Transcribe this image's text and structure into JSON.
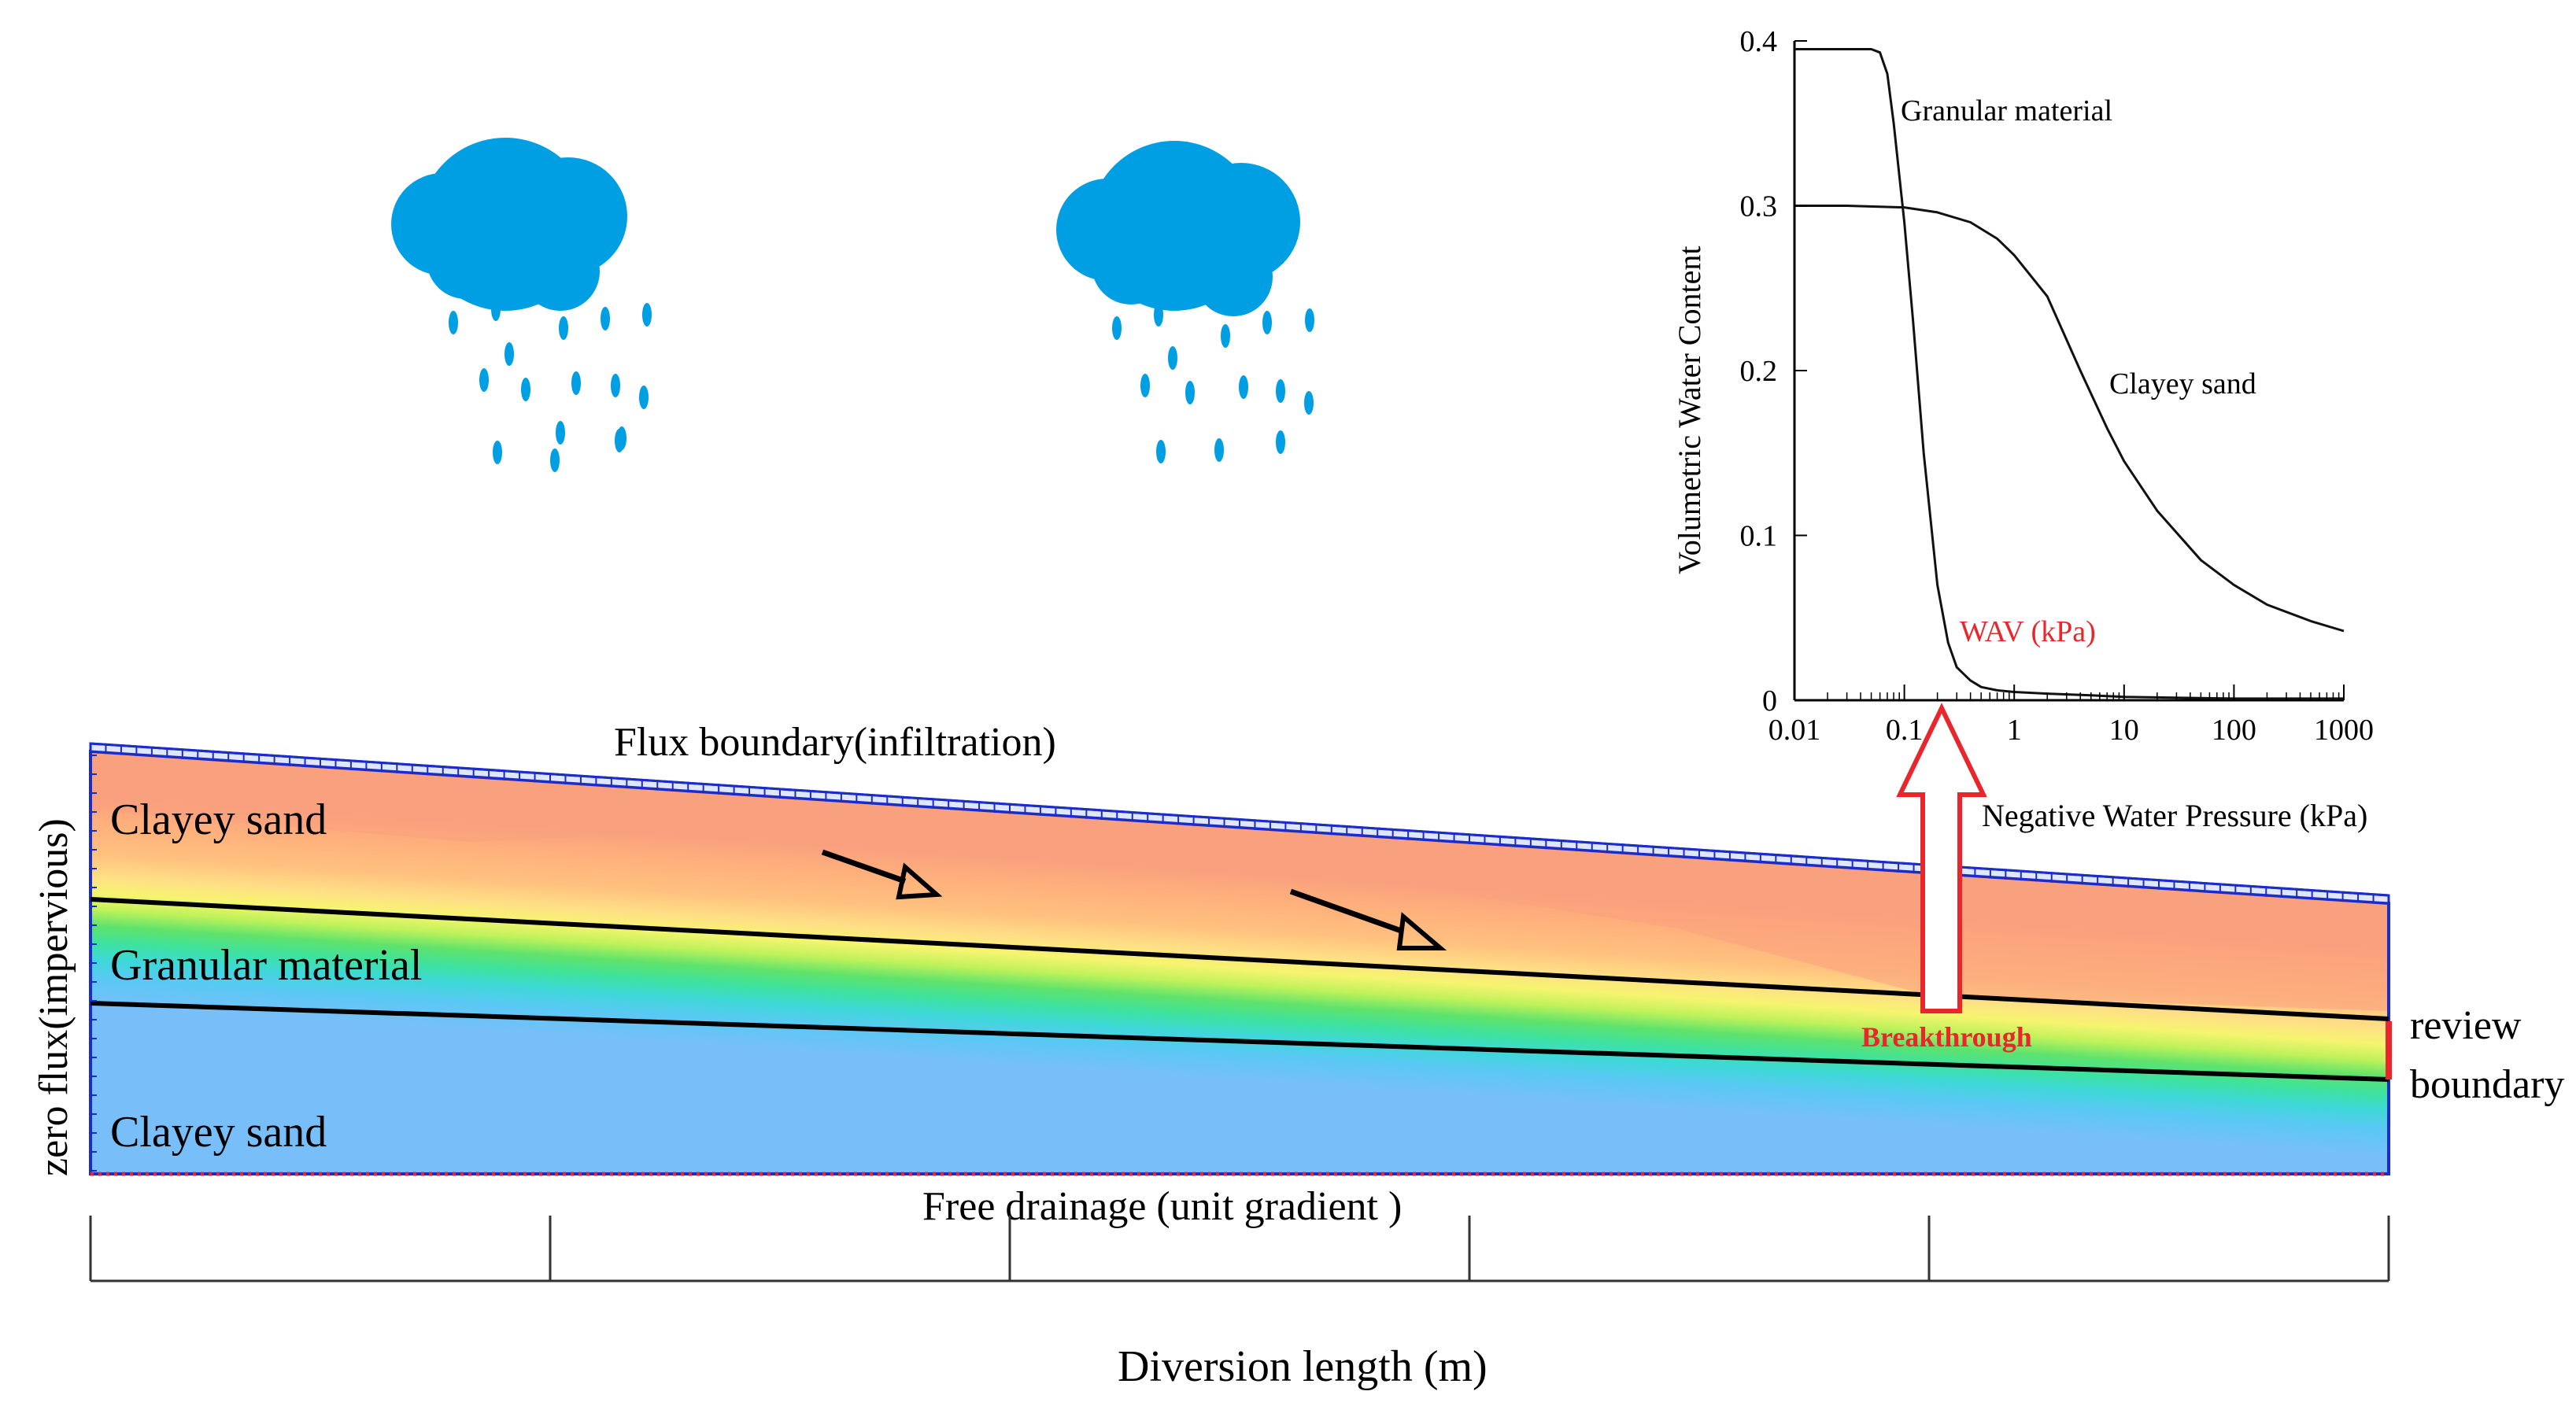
{
  "diagram": {
    "labels": {
      "flux_top": "Flux boundary(infiltration)",
      "zero_flux": "zero flux(impervious)",
      "free_drainage": "Free drainage (unit gradient )",
      "review_1": "review",
      "review_2": "boundary",
      "layer_top": "Clayey sand",
      "layer_mid": "Granular material",
      "layer_bottom": "Clayey sand",
      "breakthrough": "Breakthrough",
      "x_axis_title": "Diversion length (m)"
    },
    "colors": {
      "clayey_sand_top": "#f9a07e",
      "clayey_sand_bottom": "#78bff9",
      "rain": "#009fe3",
      "arrow_red": "#e8262c",
      "boundary_blue": "#1b2cc8"
    }
  },
  "chart_data": {
    "type": "line",
    "title": "",
    "xlabel": "Negative Water Pressure (kPa)",
    "ylabel": "Volumetric Water Content",
    "x_scale": "log",
    "xlim": [
      0.01,
      1000
    ],
    "ylim": [
      0,
      0.4
    ],
    "x_ticks": [
      "0.01",
      "0.1",
      "1",
      "10",
      "100",
      "1000"
    ],
    "y_ticks": [
      "0",
      "0.1",
      "0.2",
      "0.3",
      "0.4"
    ],
    "series": [
      {
        "name": "Granular material",
        "x": [
          0.01,
          0.03,
          0.05,
          0.06,
          0.07,
          0.08,
          0.1,
          0.12,
          0.15,
          0.2,
          0.25,
          0.3,
          0.4,
          0.5,
          0.7,
          1,
          2,
          5,
          10,
          100,
          1000
        ],
        "y": [
          0.395,
          0.395,
          0.395,
          0.393,
          0.38,
          0.35,
          0.29,
          0.23,
          0.15,
          0.07,
          0.035,
          0.02,
          0.012,
          0.008,
          0.006,
          0.005,
          0.004,
          0.003,
          0.002,
          0.001,
          0.001
        ]
      },
      {
        "name": "Clayey sand",
        "x": [
          0.01,
          0.03,
          0.1,
          0.2,
          0.4,
          0.7,
          1,
          2,
          4,
          7,
          10,
          20,
          50,
          100,
          200,
          500,
          1000
        ],
        "y": [
          0.3,
          0.3,
          0.299,
          0.296,
          0.29,
          0.28,
          0.27,
          0.245,
          0.2,
          0.165,
          0.145,
          0.115,
          0.085,
          0.07,
          0.058,
          0.048,
          0.042
        ]
      }
    ],
    "annotation": "WAV (kPa)"
  }
}
